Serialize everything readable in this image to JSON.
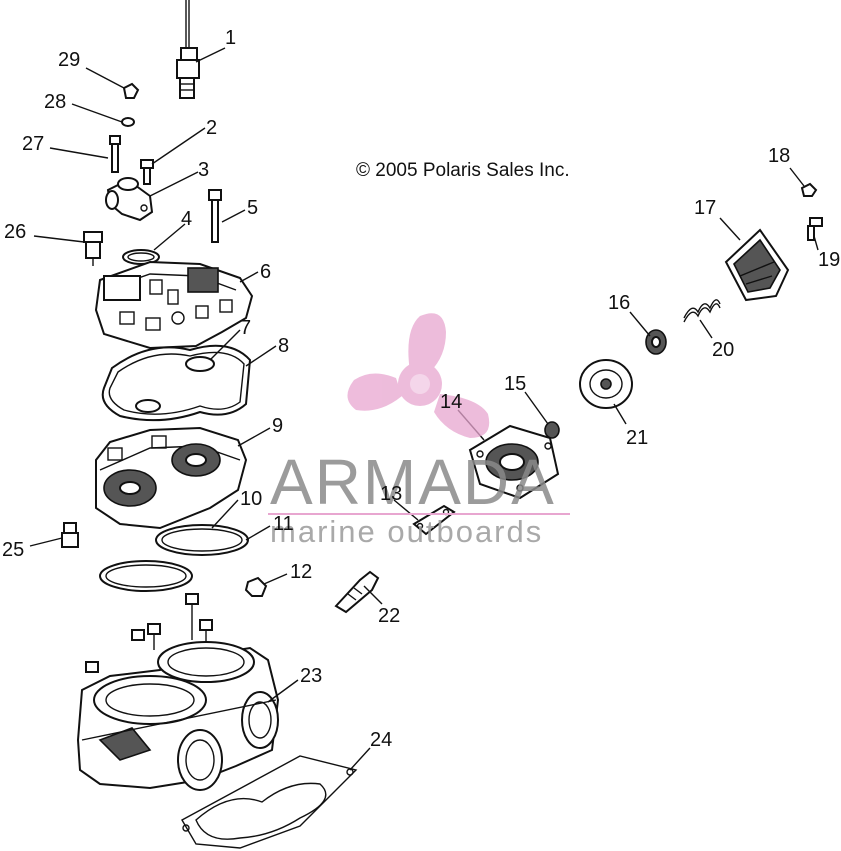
{
  "copyright": "© 2005 Polaris Sales Inc.",
  "watermark": {
    "brand": "ARMADA",
    "tagline": "marine outboards",
    "logo_icon": "propeller-icon",
    "logo_color": "#e8a6d0",
    "text_color": "#8a8a8a"
  },
  "callouts": [
    "1",
    "2",
    "3",
    "4",
    "5",
    "6",
    "7",
    "8",
    "9",
    "10",
    "11",
    "12",
    "13",
    "14",
    "15",
    "16",
    "17",
    "18",
    "19",
    "20",
    "21",
    "22",
    "23",
    "24",
    "25",
    "26",
    "27",
    "28",
    "29"
  ],
  "colors": {
    "line": "#111111",
    "background": "#ffffff"
  }
}
